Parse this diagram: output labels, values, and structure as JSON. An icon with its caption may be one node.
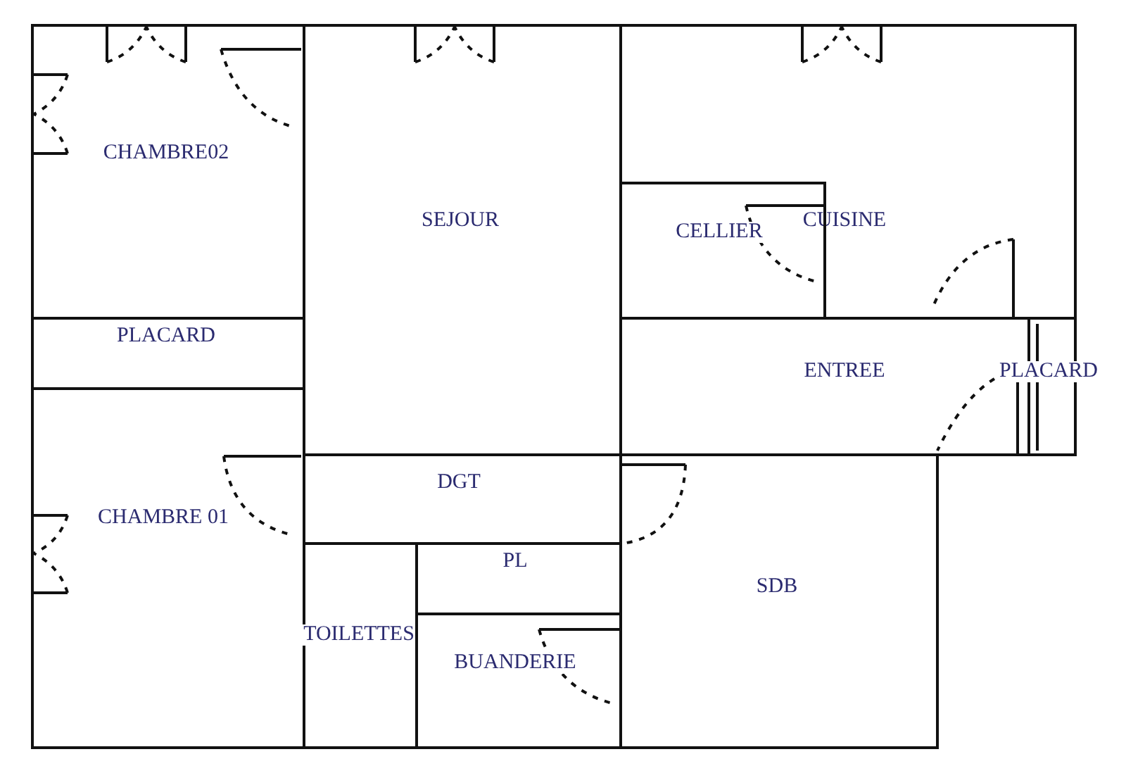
{
  "diagram": {
    "nodes": [
      {
        "text": [
          "CHAMBRE02"
        ]
      },
      {
        "text": [
          "SEJOUR"
        ]
      },
      {
        "text": [
          "CUISINE"
        ]
      },
      {
        "text": [
          "CELLIER"
        ],
        "in": 2
      },
      {
        "text": [
          "PLACARD"
        ]
      },
      {
        "text": [
          "ENTREE"
        ]
      },
      {
        "text": [
          "PLACARD"
        ]
      },
      {
        "text": [
          "CHAMBRE 01"
        ]
      },
      {
        "text": [
          "DGT"
        ]
      },
      {
        "text": [
          "PL"
        ]
      },
      {
        "text": [
          "SDB"
        ]
      },
      {
        "text": [
          "TOILETTES"
        ]
      },
      {
        "text": [
          "BUANDERIE"
        ]
      }
    ]
  }
}
